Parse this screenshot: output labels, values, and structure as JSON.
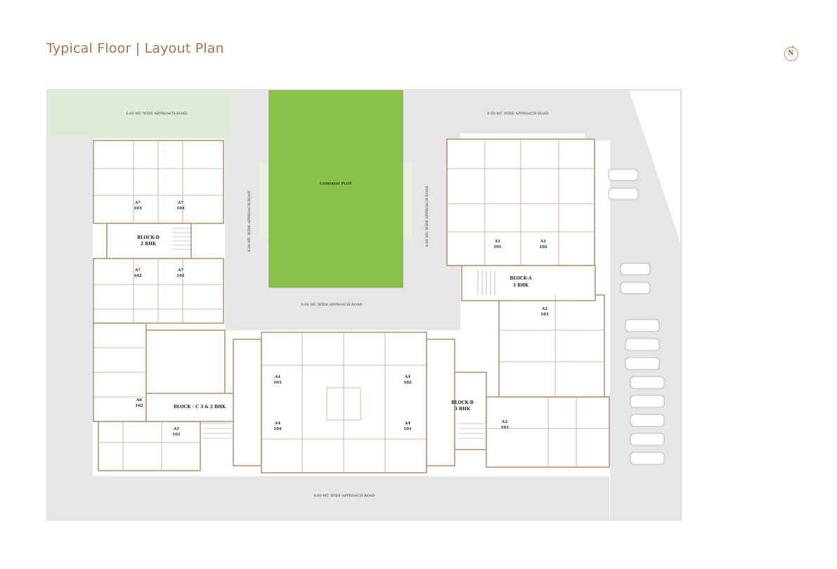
{
  "title": "Typical Floor | Layout Plan",
  "north_label": "N",
  "colors": {
    "wall": "#b98d68",
    "garden": "#8bc34a",
    "title": "#a87545",
    "road": "#e2e2e2",
    "lawn": "#dfeed8"
  },
  "roads": {
    "top_left": "6.00 MT. WIDE APPROACH ROAD",
    "top_right": "6.50 MT. WIDE APPROACH ROAD",
    "vertical_left": "6.00 MT. WIDE APPROACH ROAD",
    "vertical_right": "6.00 MT. WIDE APPROACH ROAD",
    "middle": "6.00 MT. WIDE APPROACH ROAD",
    "bottom": "6.00 MT. WIDE APPROACH ROAD"
  },
  "common_plot": "COMMON PLOT",
  "blocks": {
    "a": [
      "BLOCK-A",
      "3 BHK"
    ],
    "b": [
      "BLOCK-B",
      "3 BHK"
    ],
    "c": [
      "BLOCK - C 3 & 2 BHK"
    ],
    "d": [
      "BLOCK-D",
      "2 BHK"
    ]
  },
  "units": [
    [
      "A7",
      "103"
    ],
    [
      "A7",
      "104"
    ],
    [
      "A7",
      "102"
    ],
    [
      "A7",
      "101"
    ],
    [
      "A1",
      "101"
    ],
    [
      "A1",
      "102"
    ],
    [
      "A2",
      "103"
    ],
    [
      "A4",
      "103"
    ],
    [
      "A4",
      "102"
    ],
    [
      "A4",
      "104"
    ],
    [
      "A4",
      "101"
    ],
    [
      "A6",
      "102"
    ],
    [
      "A5",
      "101"
    ],
    [
      "A3",
      "103"
    ]
  ]
}
